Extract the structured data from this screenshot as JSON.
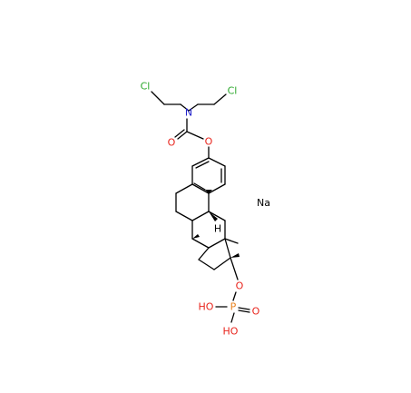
{
  "molecule": {
    "atoms": {
      "cl_left": "Cl",
      "cl_right": "Cl",
      "nitrogen": "N",
      "carbonyl_oxygen": "O",
      "ester_oxygen": "O",
      "phosphate_ester_oxygen": "O",
      "phosphorus": "P",
      "p_hydroxyl_1": "HO",
      "p_hydroxyl_2": "HO",
      "p_oxo": "O",
      "methyl_h": "H"
    },
    "counterion": "Na",
    "colors": {
      "chlorine": "#2ba82b",
      "nitrogen": "#2222cc",
      "oxygen": "#e8241c",
      "phosphorus": "#e8801c",
      "bond": "#000000",
      "carbon_label": "#000000"
    }
  }
}
